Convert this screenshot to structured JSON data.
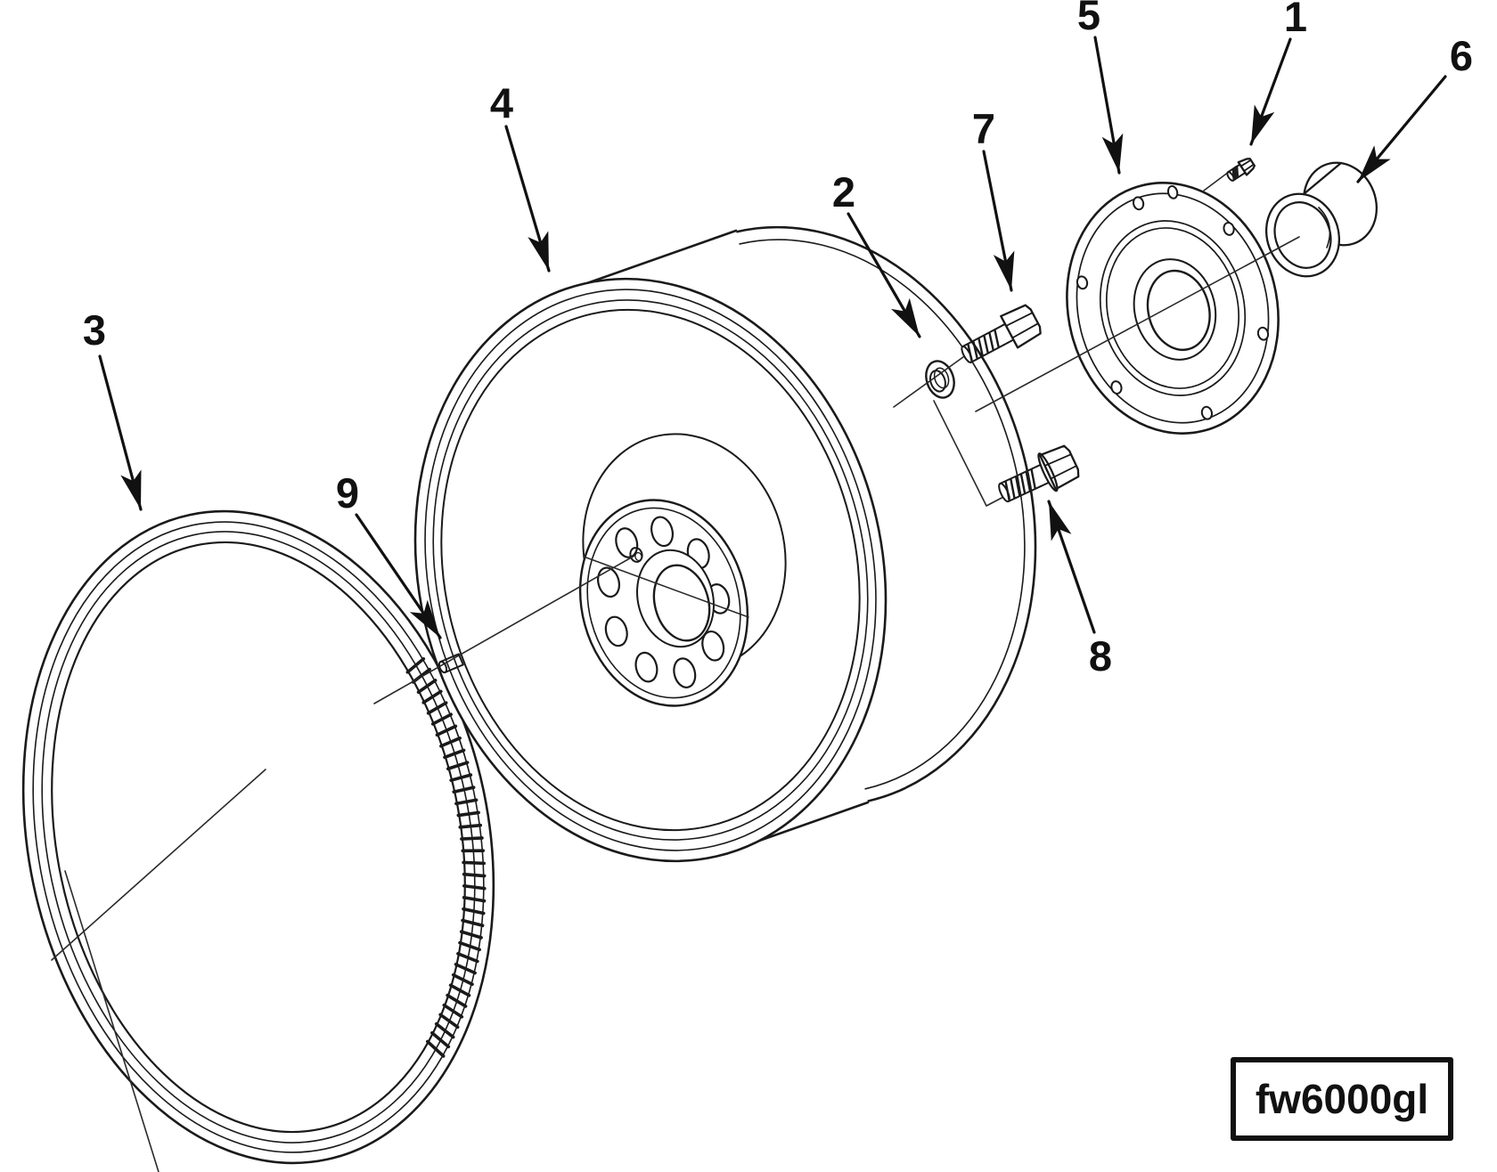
{
  "diagram": {
    "figure_code": "fw6000gl",
    "callouts": [
      {
        "label": "1"
      },
      {
        "label": "2"
      },
      {
        "label": "3"
      },
      {
        "label": "4"
      },
      {
        "label": "5"
      },
      {
        "label": "6"
      },
      {
        "label": "7"
      },
      {
        "label": "8"
      },
      {
        "label": "9"
      }
    ],
    "colors": {
      "line": "#1a1a1a",
      "thin_line": "#2a2a2a",
      "label": "#111111",
      "background": "#ffffff"
    }
  }
}
